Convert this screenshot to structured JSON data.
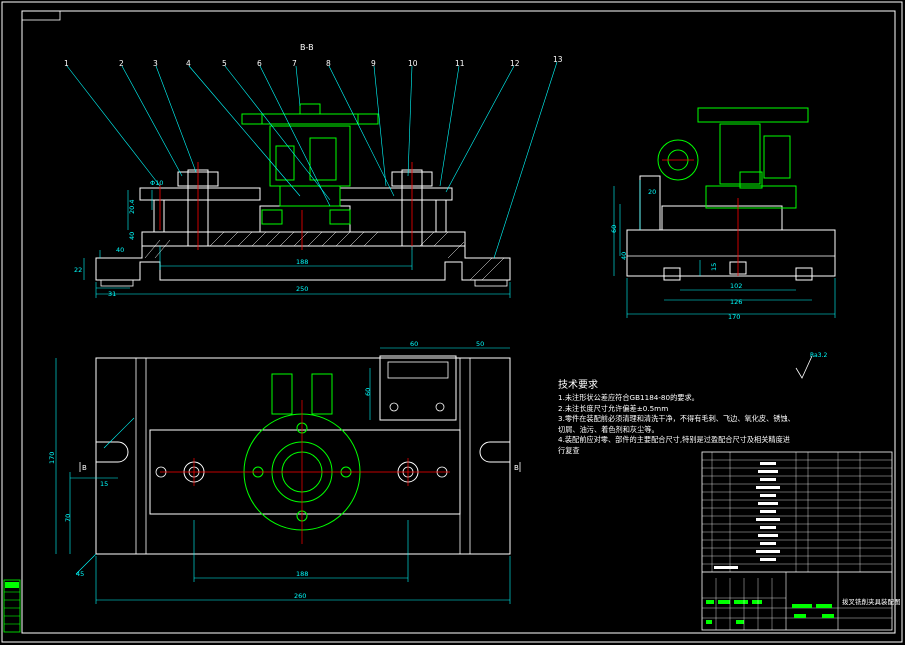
{
  "drawing": {
    "section_label": "B-B",
    "callouts": [
      "1",
      "2",
      "3",
      "4",
      "5",
      "6",
      "7",
      "8",
      "9",
      "10",
      "11",
      "12",
      "13"
    ],
    "front_dims": {
      "d_left_height": "40",
      "d_base_height": "22",
      "d_small": "31",
      "d_inner": "188",
      "d_overall": "250",
      "d_phi": "Φ10",
      "d_vert1": "20.4",
      "d_vert2": "40"
    },
    "side_dims": {
      "d_20": "20",
      "d_60": "60",
      "d_40": "40",
      "d_15": "15",
      "d_102": "102",
      "d_126": "126",
      "d_170": "170"
    },
    "plan_dims": {
      "d_60a": "60",
      "d_50": "50",
      "d_60b": "60",
      "d_170": "170",
      "d_70": "70",
      "d_15": "15",
      "d_188": "188",
      "d_260": "260",
      "d_45": "45",
      "d_b_left": "B",
      "d_b_right": "B"
    },
    "roughness": "Ra3.2"
  },
  "tech_requirements": {
    "title": "技术要求",
    "items": [
      "1.未注形状公差应符合GB1184-80的要求。",
      "2.未注长度尺寸允许偏差±0.5mm",
      "3.零件在装配前必须清理和清洗干净，不得有毛刺、飞边、氧化皮、锈蚀、",
      "切屑、油污、着色剂和灰尘等。",
      "4.装配前应对零、部件的主要配合尺寸,特别是过盈配合尺寸及相关精度进",
      "行复查"
    ]
  },
  "title_block": {
    "drawing_name": "拨叉铣削夹具装配图"
  },
  "colors": {
    "background": "#000000",
    "outline": "#ffffff",
    "dimension": "#00ffff",
    "hidden": "#00ff00",
    "centerline": "#ff0000",
    "label": "#ffff00"
  }
}
